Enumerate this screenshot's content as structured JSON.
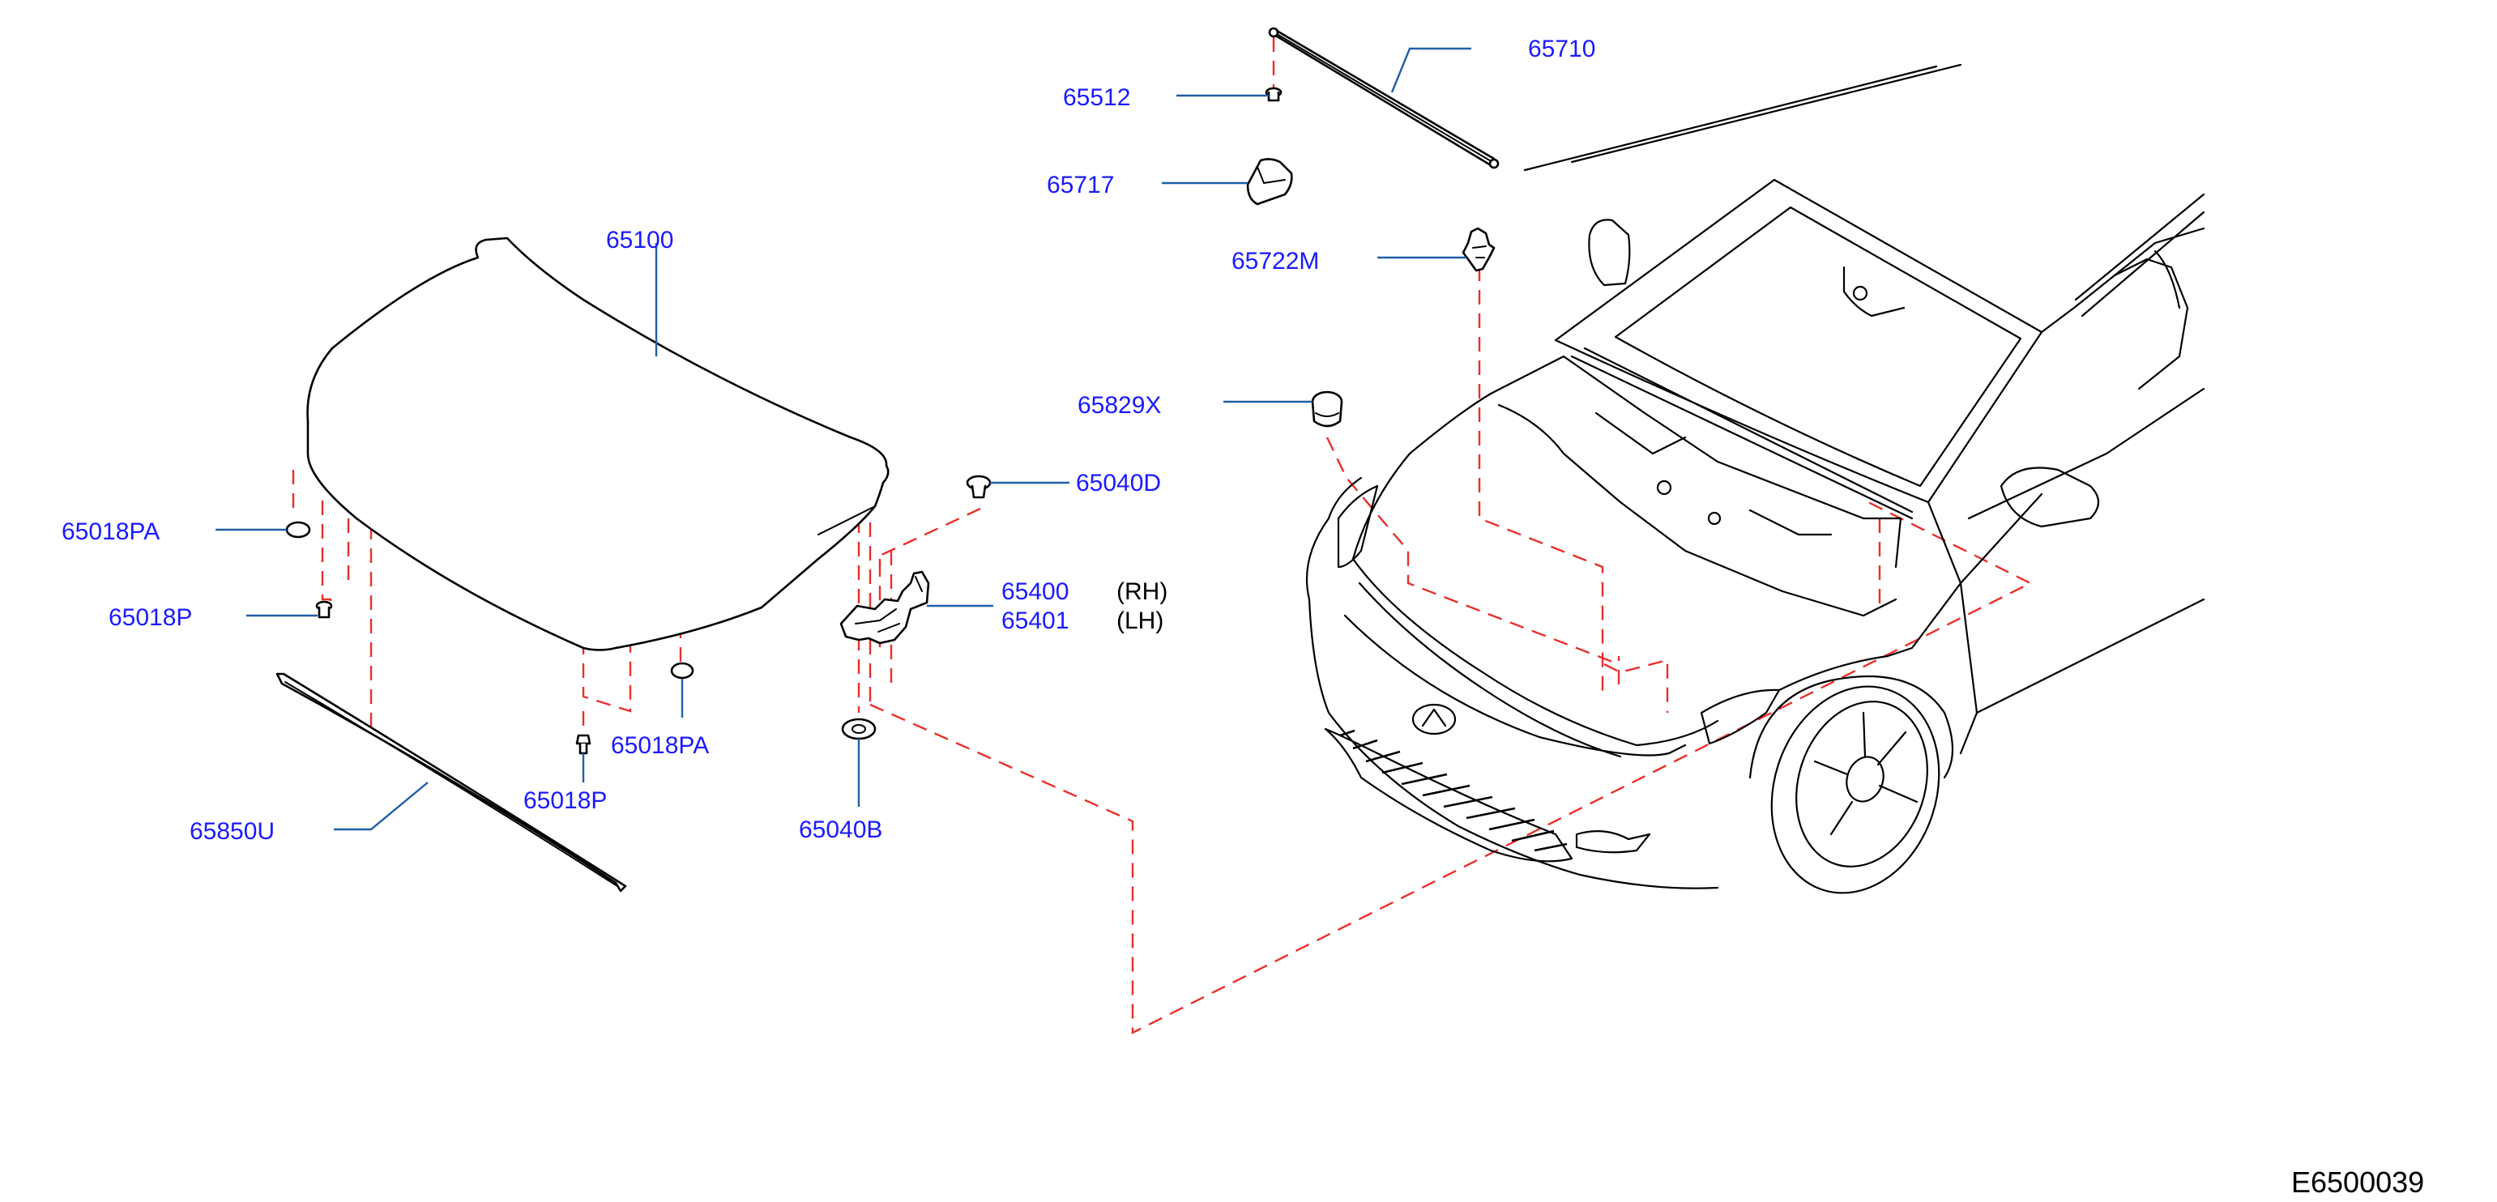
{
  "diagram_code": "E6500039",
  "callouts": [
    {
      "id": "65100",
      "label": "65100"
    },
    {
      "id": "65710",
      "label": "65710"
    },
    {
      "id": "65512",
      "label": "65512"
    },
    {
      "id": "65717",
      "label": "65717"
    },
    {
      "id": "65722M",
      "label": "65722M"
    },
    {
      "id": "65829X",
      "label": "65829X"
    },
    {
      "id": "65040D",
      "label": "65040D"
    },
    {
      "id": "65400",
      "label": "65400",
      "side": "(RH)"
    },
    {
      "id": "65401",
      "label": "65401",
      "side": "(LH)"
    },
    {
      "id": "65018PA_left",
      "label": "65018PA"
    },
    {
      "id": "65018P_left",
      "label": "65018P"
    },
    {
      "id": "65018PA_center",
      "label": "65018PA"
    },
    {
      "id": "65018P_center",
      "label": "65018P"
    },
    {
      "id": "65850U",
      "label": "65850U"
    },
    {
      "id": "65040B",
      "label": "65040B"
    }
  ],
  "colors": {
    "part_number": "#1a1aff",
    "leader_line": "#1f5fa8",
    "dashed_guide": "#e8302c",
    "outline": "#000000"
  }
}
